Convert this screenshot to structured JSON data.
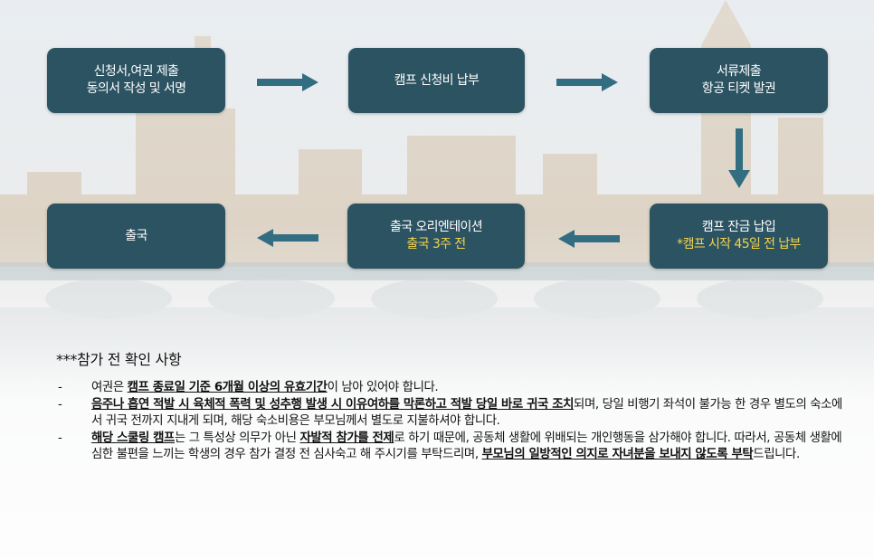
{
  "steps": {
    "s1": {
      "line1": "신청서,여권 제출",
      "line2": "동의서 작성 및 서명"
    },
    "s2": {
      "line1": "캠프 신청비 납부"
    },
    "s3": {
      "line1": "서류제출",
      "line2": "항공 티켓 발권"
    },
    "s4": {
      "line1": "캠프 잔금 납입",
      "line2": "*캠프 시작 45일 전 납부"
    },
    "s5": {
      "line1": "출국 오리엔테이션",
      "line2": "출국 3주 전"
    },
    "s6": {
      "line1": "출국"
    }
  },
  "colors": {
    "box": "#2c5362",
    "arrow": "#326d82",
    "highlight": "#f3d44c"
  },
  "notes": {
    "title": "***참가 전 확인 사항",
    "dash": "-",
    "n1": {
      "t1": "여권은 ",
      "u1": "캠프 종료일 기준 6개월 이상의 유효기간",
      "t2": "이 남아 있어야 합니다."
    },
    "n2": {
      "u1": "음주나 흡연 적발 시 육체적 폭력 및 성추행 발생 시 이유여하를 막론하고 적발 당일 바로 귀국 조치",
      "t1": "되며, 당일 비행기 좌석이 불가능 한 경우 별도의 숙소에서 귀국 전까지 지내게 되며, 해당 숙소비용은 부모님께서 별도로 지불하셔야 합니다."
    },
    "n3": {
      "u1": "해당 스쿨링 캠프",
      "t1": "는 그 특성상 의무가 아닌 ",
      "u2": "자발적 참가를 전제",
      "t2": "로 하기 때문에, 공동체 생활에 위배되는 개인행동을 삼가해야 합니다. 따라서, 공동체 생활에 심한 불편을 느끼는 학생의 경우 참가 결정 전 심사숙고 해 주시기를 부탁드리며, ",
      "u3": "부모님의 일방적인 의지로 자녀분을 보내지 않도록 부탁",
      "t3": "드립니다."
    }
  }
}
